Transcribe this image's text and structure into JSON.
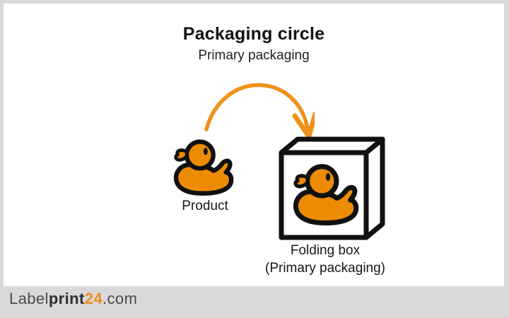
{
  "header": {
    "title": "Packaging circle",
    "subtitle": "Primary packaging"
  },
  "diagram": {
    "product": {
      "label": "Product",
      "icon": "rubber-duck-icon"
    },
    "arrow": {
      "icon": "curved-arrow-icon"
    },
    "folding_box": {
      "label_line1": "Folding box",
      "label_line2": "(Primary packaging)",
      "icon": "folding-box-with-duck-icon"
    }
  },
  "footer": {
    "logo": {
      "part1": "Label",
      "part2": "print",
      "part3": "24",
      "part4": ".com"
    }
  },
  "colors": {
    "duck_orange": "#EE8B05",
    "arrow_orange": "#F0911A",
    "outline_black": "#111111",
    "frame_gray": "#D9D9D9",
    "canvas_white": "#FFFFFF",
    "text_dark": "#161616",
    "logo_gray": "#4A4A4A",
    "logo_accent": "#EF8F1F"
  }
}
